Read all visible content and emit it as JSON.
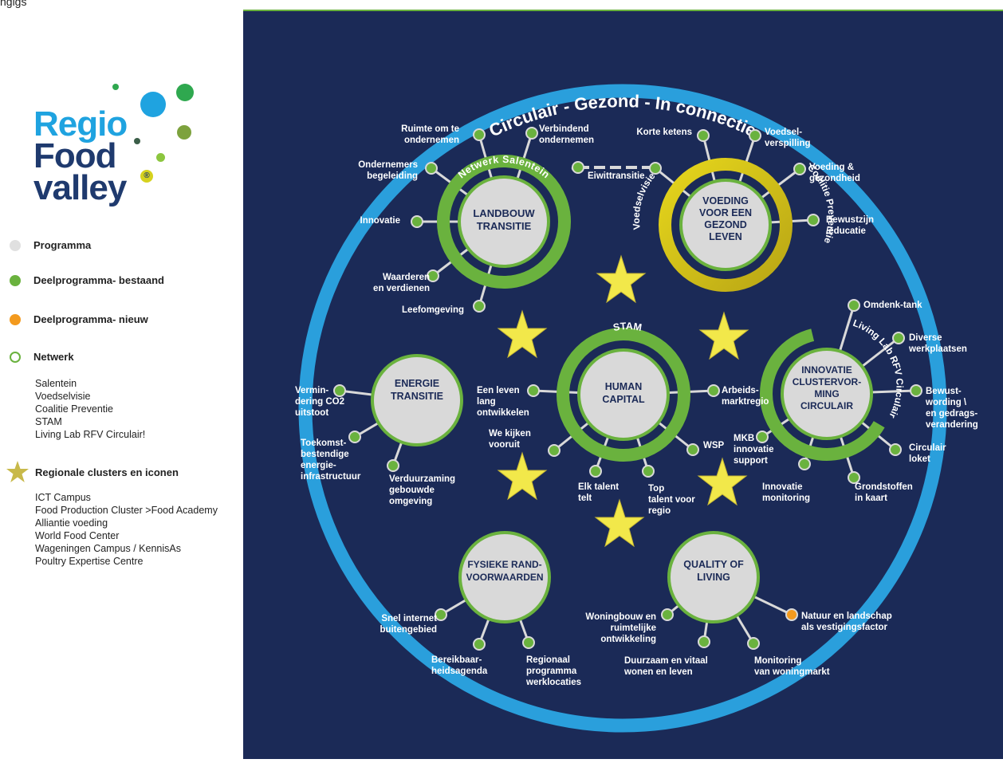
{
  "header": {
    "cut_text": "ngigs"
  },
  "logo": {
    "line1": "Regio",
    "line2": "Food",
    "line3": "valley",
    "registered": "®",
    "colors": {
      "blue": "#1fa3e0",
      "navy": "#1f3a6e",
      "green": "#2fa84f",
      "olive": "#7da23d",
      "yellow": "#d6d21e"
    }
  },
  "legend": {
    "items": [
      {
        "label": "Programma",
        "color": "#e0e0e0",
        "style": "filled"
      },
      {
        "label": "Deelprogramma- bestaand",
        "color": "#6ab23e",
        "style": "filled"
      },
      {
        "label": "Deelprogramma- nieuw",
        "color": "#f39a1e",
        "style": "filled"
      },
      {
        "label": "Netwerk",
        "color": "#6ab23e",
        "style": "ring"
      }
    ],
    "networks": [
      "Salentein",
      "Voedselvisie",
      "Coalitie Preventie",
      "STAM",
      "Living Lab RFV Circulair!"
    ],
    "clusters_title": "Regionale clusters en iconen",
    "clusters": [
      "ICT Campus",
      "Food Production Cluster >Food Academy",
      "Alliantie voeding",
      "World Food Center",
      "Wageningen Campus / KennisAs",
      "Poultry Expertise Centre"
    ]
  },
  "diagram": {
    "title": "Circulair - Gezond - In connectie",
    "colors": {
      "background": "#1b2a57",
      "outer_ring": "#2a9fdc",
      "green": "#6ab23e",
      "yellow": "#d8c61a",
      "orange": "#f39a1e",
      "star": "#f2e84a",
      "programme": "#d9d9d9"
    },
    "programmes": [
      {
        "lines": [
          "LANDBOUW",
          "TRANSITIE"
        ],
        "ring": "Netwerk Salentein"
      },
      {
        "lines": [
          "VOEDING",
          "VOOR EEN",
          "GEZOND",
          "LEVEN"
        ],
        "ring_left": "Voedselvisie",
        "ring_right": "Coalitie Preventie"
      },
      {
        "lines": [
          "ENERGIE",
          "TRANSITIE"
        ]
      },
      {
        "lines": [
          "HUMAN",
          "CAPITAL"
        ],
        "ring": "STAM"
      },
      {
        "lines": [
          "INNOVATIE",
          "CLUSTERVOR-",
          "MING",
          "CIRCULAIR"
        ],
        "ring": "Living Lab RFV Circulair"
      },
      {
        "lines": [
          "FYSIEKE RAND-",
          "VOORWAARDEN"
        ]
      },
      {
        "lines": [
          "QUALITY OF",
          "LIVING"
        ]
      }
    ],
    "labels": {
      "ruimte": [
        "Ruimte om te",
        "ondernemen"
      ],
      "verbindend": [
        "Verbindend",
        "ondernemen"
      ],
      "ondernemers": [
        "Ondernemers",
        "begeleiding"
      ],
      "innovatie": [
        "Innovatie"
      ],
      "waarderen": [
        "Waarderen",
        "en verdienen"
      ],
      "leefomgeving": [
        "Leefomgeving"
      ],
      "eiwit": [
        "Eiwittransitie"
      ],
      "korte": [
        "Korte ketens"
      ],
      "voedsel": [
        "Voedsel-",
        "verspilling"
      ],
      "voeding": [
        "Voeding &",
        "gezondheid"
      ],
      "bewustzijn": [
        "Bewustzijn",
        "/educatie"
      ],
      "omdenk": [
        "Omdenk-tank"
      ],
      "diverse": [
        "Diverse",
        "werkplaatsen"
      ],
      "bewustwording": [
        "Bewust-",
        "wording \\",
        "en gedrags-",
        "verandering"
      ],
      "circulair_loket": [
        "Circulair",
        "loket"
      ],
      "grondstoffen": [
        "Grondstoffen",
        "in kaart"
      ],
      "innovatie_monitoring": [
        "Innovatie",
        "monitoring"
      ],
      "mkb": [
        "MKB",
        "innovatie",
        "support"
      ],
      "vermindering": [
        "Vermin-",
        "dering CO2",
        "uitstoot"
      ],
      "toekomst": [
        "Toekomst-",
        "bestendige",
        "energie-",
        "infrastructuur"
      ],
      "verduurzaming": [
        "Verduurzaming",
        "gebouwde",
        "omgeving"
      ],
      "leven_lang": [
        "Een leven",
        "lang",
        "ontwikkelen"
      ],
      "vooruit": [
        "We kijken",
        "vooruit"
      ],
      "elk_talent": [
        "Elk talent",
        "telt"
      ],
      "top_talent": [
        "Top",
        "talent voor",
        "regio"
      ],
      "wsp": [
        "WSP"
      ],
      "arbeidsmarkt": [
        "Arbeids-",
        "marktregio"
      ],
      "snel_internet": [
        "Snel internet",
        "buitengebied"
      ],
      "bereikbaarheid": [
        "Bereikbaar-",
        "heidsagenda"
      ],
      "regionaal": [
        "Regionaal",
        "programma",
        "werklocaties"
      ],
      "woningbouw": [
        "Woningbouw en",
        "ruimtelijke",
        "ontwikkeling"
      ],
      "duurzaam": [
        "Duurzaam en vitaal",
        "wonen en leven"
      ],
      "monitoring_woning": [
        "Monitoring",
        "van woningmarkt"
      ],
      "natuur": [
        "Natuur en landschap",
        "als vestigingsfactor"
      ]
    }
  }
}
